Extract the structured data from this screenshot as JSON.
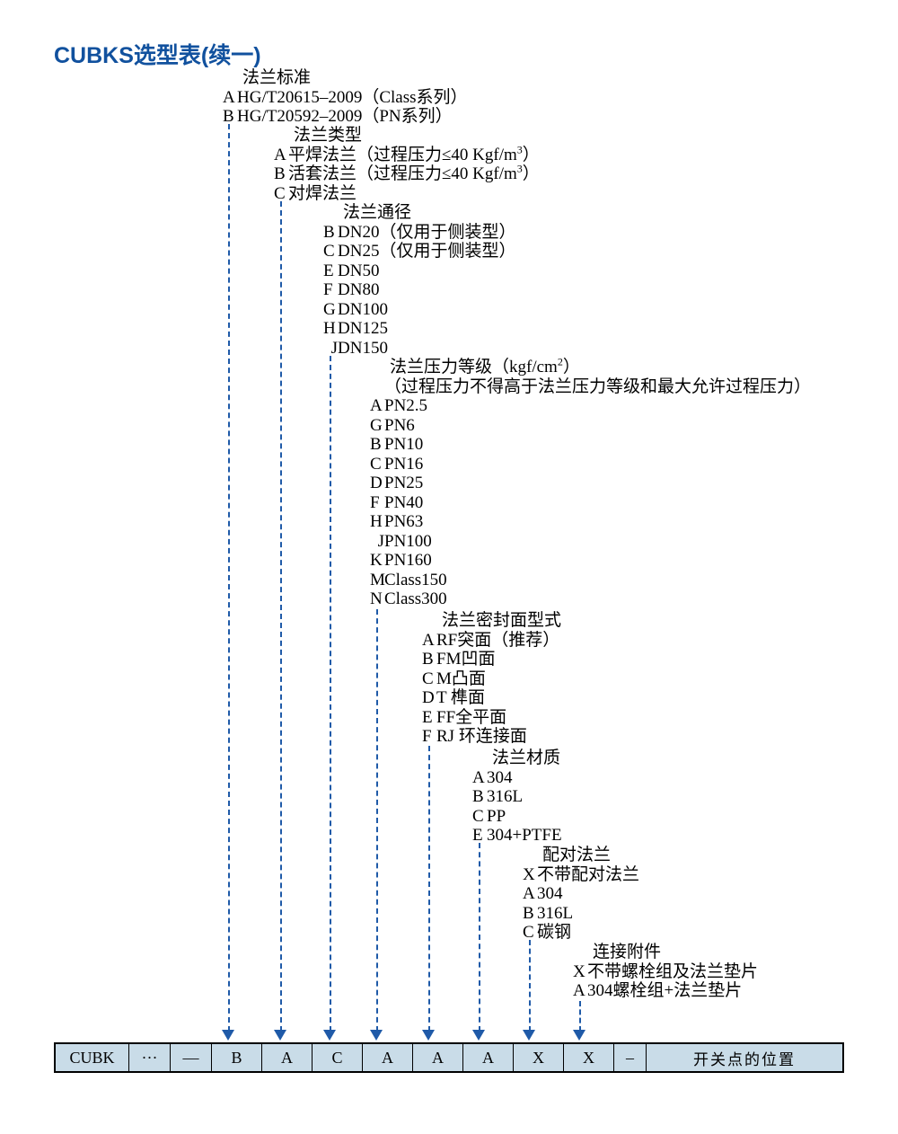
{
  "title": "CUBKS选型表(续一)",
  "accent_color": "#1f5aa8",
  "title_color": "#11519e",
  "table_fill": "#c9dce8",
  "tiers": [
    {
      "id": "flange-standard",
      "heading": "法兰标准",
      "options": [
        {
          "code": "A",
          "label": "HG/T20615–2009（Class系列）"
        },
        {
          "code": "B",
          "label": "HG/T20592–2009（PN系列）"
        }
      ]
    },
    {
      "id": "flange-type",
      "heading": "法兰类型",
      "options": [
        {
          "code": "A",
          "label": "平焊法兰（过程压力≤40 Kgf/m",
          "sup": "3",
          "label_tail": "）"
        },
        {
          "code": "B",
          "label": "活套法兰（过程压力≤40 Kgf/m",
          "sup": "3",
          "label_tail": "）"
        },
        {
          "code": "C",
          "label": "对焊法兰"
        }
      ]
    },
    {
      "id": "flange-bore",
      "heading": "法兰通径",
      "options": [
        {
          "code": "B",
          "label": "DN20（仅用于侧装型）"
        },
        {
          "code": "C",
          "label": "DN25（仅用于侧装型）"
        },
        {
          "code": "E",
          "label": "DN50"
        },
        {
          "code": "F",
          "label": "DN80"
        },
        {
          "code": "G",
          "label": "DN100"
        },
        {
          "code": "H",
          "label": "DN125"
        },
        {
          "code": "J",
          "label": "DN150"
        }
      ]
    },
    {
      "id": "flange-pressure-rating",
      "heading": "法兰压力等级（kgf/cm",
      "heading_sup": "2",
      "heading_tail": "）",
      "subheading": "（过程压力不得高于法兰压力等级和最大允许过程压力）",
      "options": [
        {
          "code": "A",
          "label": "PN2.5"
        },
        {
          "code": "G",
          "label": "PN6"
        },
        {
          "code": "B",
          "label": "PN10"
        },
        {
          "code": "C",
          "label": "PN16"
        },
        {
          "code": "D",
          "label": "PN25"
        },
        {
          "code": "F",
          "label": "PN40"
        },
        {
          "code": "H",
          "label": "PN63"
        },
        {
          "code": "J",
          "label": "PN100"
        },
        {
          "code": "K",
          "label": "PN160"
        },
        {
          "code": "M",
          "label": "Class150"
        },
        {
          "code": "N",
          "label": "Class300"
        }
      ]
    },
    {
      "id": "flange-sealing-face",
      "heading": "法兰密封面型式",
      "options": [
        {
          "code": "A",
          "label": "RF突面（推荐）"
        },
        {
          "code": "B",
          "label": "FM凹面"
        },
        {
          "code": "C",
          "label": "M凸面"
        },
        {
          "code": "D",
          "label": "T 榫面"
        },
        {
          "code": "E",
          "label": "FF全平面"
        },
        {
          "code": "F",
          "label": "RJ 环连接面"
        }
      ]
    },
    {
      "id": "flange-material",
      "heading": "法兰材质",
      "options": [
        {
          "code": "A",
          "label": "304"
        },
        {
          "code": "B",
          "label": "316L"
        },
        {
          "code": "C",
          "label": "PP"
        },
        {
          "code": "E",
          "label": "304+PTFE"
        }
      ]
    },
    {
      "id": "mating-flange",
      "heading": "配对法兰",
      "options": [
        {
          "code": "X",
          "label": "不带配对法兰"
        },
        {
          "code": "A",
          "label": "304"
        },
        {
          "code": "B",
          "label": "316L"
        },
        {
          "code": "C",
          "label": "碳钢"
        }
      ]
    },
    {
      "id": "connection-accessories",
      "heading": "连接附件",
      "options": [
        {
          "code": "X",
          "label": "不带螺栓组及法兰垫片"
        },
        {
          "code": "A",
          "label": "304螺栓组+法兰垫片"
        }
      ]
    }
  ],
  "code_table": {
    "cells": [
      {
        "text": "CUBK",
        "kind": "model"
      },
      {
        "text": "···",
        "kind": "ellipsis"
      },
      {
        "text": "—",
        "kind": "dash"
      },
      {
        "text": "B",
        "kind": "code"
      },
      {
        "text": "A",
        "kind": "code"
      },
      {
        "text": "C",
        "kind": "code"
      },
      {
        "text": "A",
        "kind": "code"
      },
      {
        "text": "A",
        "kind": "code"
      },
      {
        "text": "A",
        "kind": "code"
      },
      {
        "text": "X",
        "kind": "code"
      },
      {
        "text": "X",
        "kind": "code"
      },
      {
        "text": "–",
        "kind": "dash"
      },
      {
        "text": "开关点的位置",
        "kind": "label"
      }
    ]
  }
}
